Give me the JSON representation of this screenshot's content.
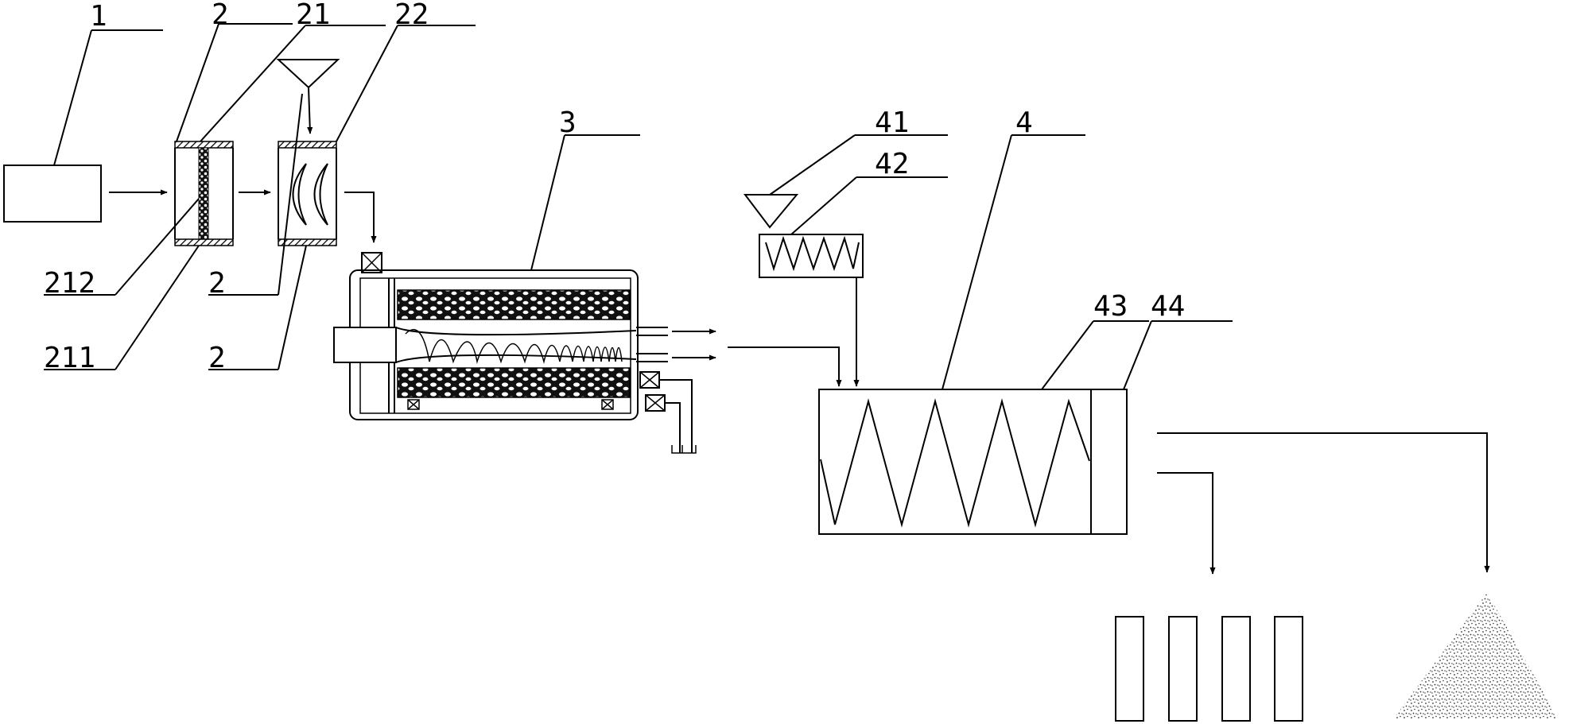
{
  "labels": {
    "n1": "1",
    "n2a": "2",
    "n21": "21",
    "n22": "22",
    "n3": "3",
    "n41": "41",
    "n42": "42",
    "n4": "4",
    "n43": "43",
    "n44": "44",
    "n212": "212",
    "n2b": "2",
    "n211": "211",
    "n2c": "2"
  },
  "colors": {
    "line": "#000000",
    "background": "#ffffff"
  }
}
